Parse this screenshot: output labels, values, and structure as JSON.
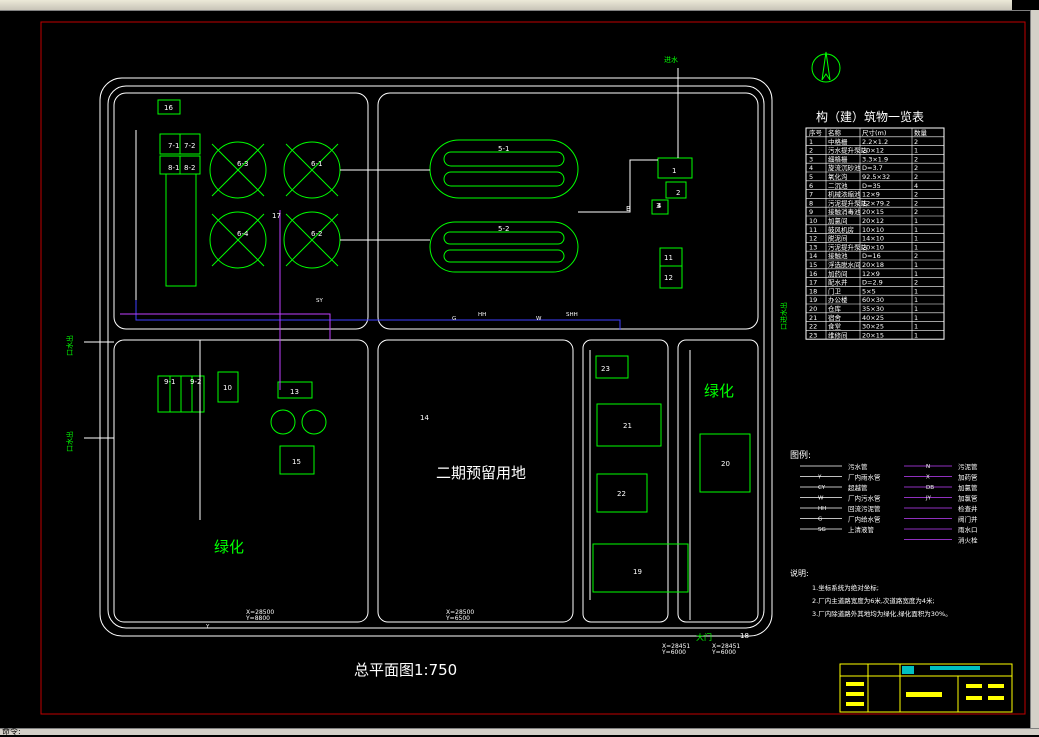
{
  "drawing": {
    "plan_title": "总平面图1:750",
    "reserve_area": "二期预留用地",
    "green_1": "绿化",
    "green_2": "绿化",
    "inlet_label": "进水",
    "outlet_label": "口水出",
    "outlet_label_2": "口水出",
    "left_pipe_label": "口进水出",
    "gate_label": "大门",
    "table_title": "构（建）筑物一览表",
    "table_headers": [
      "序号",
      "名称",
      "尺寸(m)",
      "数量"
    ],
    "table_rows": [
      [
        "1",
        "中格栅",
        "2.2×1.2",
        "2"
      ],
      [
        "2",
        "污水提升泵站",
        "20×12",
        "1"
      ],
      [
        "3",
        "细格栅",
        "3.3×1.9",
        "2"
      ],
      [
        "4",
        "旋流沉砂池",
        "D=3.7",
        "2"
      ],
      [
        "5",
        "氧化沟",
        "92.5×32",
        "2"
      ],
      [
        "6",
        "二沉池",
        "D=35",
        "4"
      ],
      [
        "7",
        "机械浓缩池",
        "12×9",
        "2"
      ],
      [
        "8",
        "污泥提升泵站",
        "12×79.2",
        "2"
      ],
      [
        "9",
        "接触消毒池",
        "20×15",
        "2"
      ],
      [
        "10",
        "加氯间",
        "20×12",
        "1"
      ],
      [
        "11",
        "鼓风机房",
        "10×10",
        "1"
      ],
      [
        "12",
        "脱泥间",
        "14×10",
        "1"
      ],
      [
        "13",
        "污泥提升泵站",
        "20×10",
        "1"
      ],
      [
        "14",
        "接触池",
        "D=16",
        "2"
      ],
      [
        "15",
        "浮选脱水间",
        "20×18",
        "1"
      ],
      [
        "16",
        "加药间",
        "12×9",
        "1"
      ],
      [
        "17",
        "配水井",
        "D=2.9",
        "2"
      ],
      [
        "18",
        "门卫",
        "5×5",
        "1"
      ],
      [
        "19",
        "办公楼",
        "60×30",
        "1"
      ],
      [
        "20",
        "仓库",
        "35×30",
        "1"
      ],
      [
        "21",
        "宿舍",
        "40×25",
        "1"
      ],
      [
        "22",
        "食堂",
        "30×25",
        "1"
      ],
      [
        "23",
        "维修间",
        "20×15",
        "1"
      ]
    ],
    "legend_title": "图例:",
    "legend_left": [
      {
        "sym": "",
        "text": "污水管"
      },
      {
        "sym": "Y",
        "text": "厂内雨水管"
      },
      {
        "sym": "CY",
        "text": "超越管"
      },
      {
        "sym": "W",
        "text": "厂内污水管"
      },
      {
        "sym": "HH",
        "text": "回流污泥管"
      },
      {
        "sym": "G",
        "text": "厂内给水管"
      },
      {
        "sym": "SG",
        "text": "上清液管"
      }
    ],
    "legend_right": [
      {
        "sym": "N",
        "text": "污泥管"
      },
      {
        "sym": "X",
        "text": "加药管"
      },
      {
        "sym": "DB",
        "text": "加氯管"
      },
      {
        "sym": "JY",
        "text": "加氯管"
      },
      {
        "sym": "",
        "text": "检查井"
      },
      {
        "sym": "",
        "text": "阀门井"
      },
      {
        "sym": "",
        "text": "雨水口"
      },
      {
        "sym": "",
        "text": "消火栓"
      }
    ],
    "notes_title": "说明:",
    "notes": [
      "1.坐标系统为绝对坐标;",
      "2.厂内主道路宽度为6米,次道路宽度为4米;",
      "3.厂内除道路外其地均为绿化,绿化面积为30%。"
    ],
    "units": [
      "1",
      "2",
      "3",
      "4",
      "5-1",
      "5-2",
      "6-1",
      "6-2",
      "6-3",
      "6-4",
      "7-1",
      "7-2",
      "8-1",
      "8-2",
      "9-1",
      "9-2",
      "10",
      "11",
      "12",
      "13",
      "14",
      "15",
      "16",
      "17",
      "18",
      "19",
      "20",
      "21",
      "22",
      "23",
      "B"
    ],
    "coord_a": "X=28500",
    "coord_b": "Y=8800",
    "coord_c": "X=28500",
    "coord_d": "Y=6500",
    "coord_e": "X=28451",
    "coord_f": "Y=6000",
    "coord_g": "X=28451",
    "coord_h": "Y=6000",
    "cw_label": "进水",
    "pipe_codes": [
      "SY",
      "HH",
      "SHH",
      "G",
      "W",
      "Y"
    ],
    "colors": {
      "frame": "#c00000",
      "road": "#ffffff",
      "structure": "#00ff00",
      "label": "#00ff00",
      "pipe_purple": "#c040ff",
      "pipe_blue": "#4040ff",
      "text_white": "#ffffff",
      "title_block_yellow": "#ffff00",
      "title_block_cyan": "#00c0c0"
    }
  },
  "statusbar": {
    "text": "命令:"
  }
}
